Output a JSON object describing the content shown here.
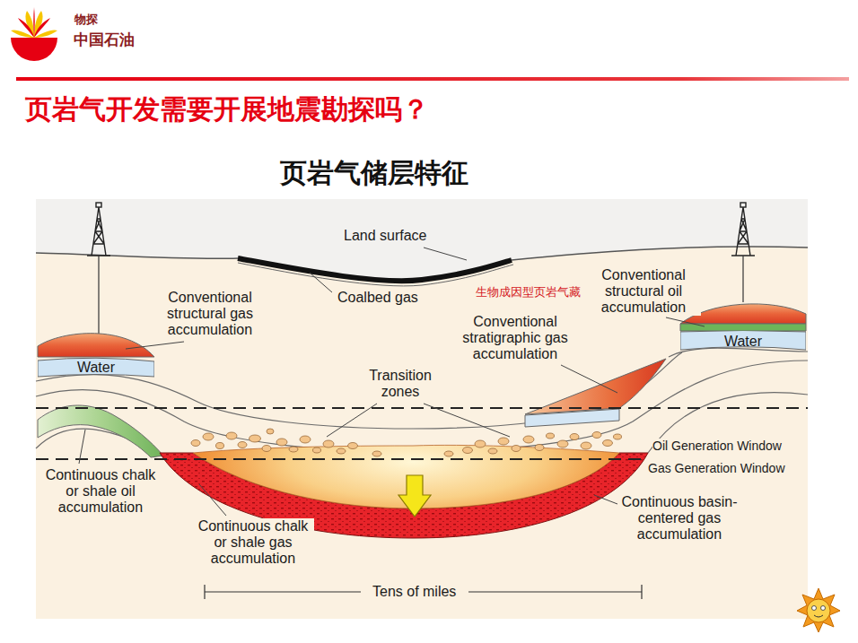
{
  "diagram": {
    "title": "页岩气开发需要开展地震勘探吗？",
    "nodes": [
      {
        "text": [
          "Water"
        ]
      },
      {
        "text": [
          "Water"
        ]
      }
    ],
    "labels": [
      "物探",
      "中国石油",
      "页岩气储层特征",
      "Land surface",
      "Coalbed gas",
      "生物成因型页岩气藏",
      "Conventional structural gas accumulation",
      "Conventional structural oil accumulation",
      "Conventional stratigraphic gas accumulation",
      "Transition zones",
      "Oil Generation Window",
      "Gas Generation Window",
      "Continuous chalk or shale oil accumulation",
      "Continuous chalk or shale gas accumulation",
      "Continuous basin-centered gas accumulation",
      "Tens of miles"
    ]
  }
}
